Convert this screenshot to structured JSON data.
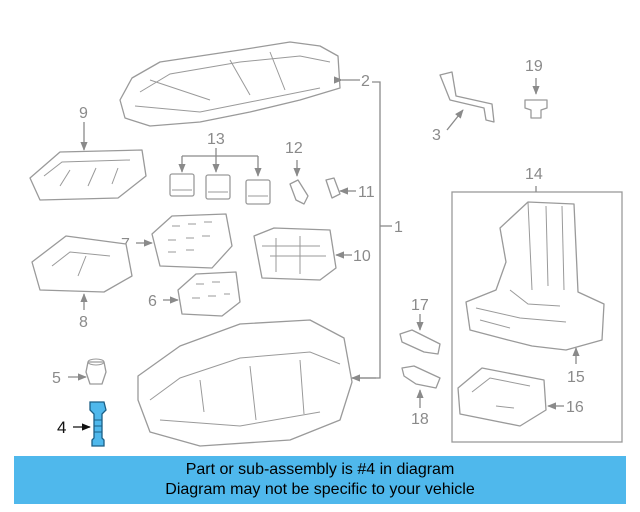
{
  "callouts": {
    "c1": "1",
    "c2": "2",
    "c3": "3",
    "c4": "4",
    "c5": "5",
    "c6": "6",
    "c7": "7",
    "c8": "8",
    "c9": "9",
    "c10": "10",
    "c11": "11",
    "c12": "12",
    "c13": "13",
    "c14": "14",
    "c15": "15",
    "c16": "16",
    "c17": "17",
    "c18": "18",
    "c19": "19"
  },
  "highlighted_part": "4",
  "colors": {
    "banner": "#4fb8ec",
    "highlight": "#4fb8ec",
    "line": "#8a8a8a"
  },
  "banner": {
    "line1": "Part or sub-assembly is #4 in diagram",
    "line2": "Diagram may not be specific to your vehicle"
  }
}
